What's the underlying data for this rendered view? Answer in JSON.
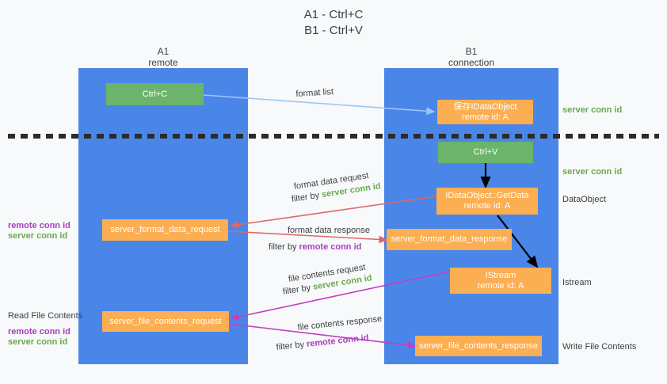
{
  "title": {
    "line1": "A1 - Ctrl+C",
    "line2": "B1 - Ctrl+V"
  },
  "columns": [
    {
      "name": "A1",
      "sub": "remote"
    },
    {
      "name": "B1",
      "sub": "connection"
    }
  ],
  "colors": {
    "lane": "#4a86e8",
    "box_green": "#6cb46c",
    "box_orange": "#fbae52",
    "arrow_lightblue": "#9fc5f8",
    "arrow_red": "#e06666",
    "arrow_purple": "#c13fc1",
    "arrow_black": "#000000",
    "text_green": "#6aa84f",
    "text_purple": "#a93ec1",
    "background": "#f8f9fa"
  },
  "boxes": {
    "ctrl_c": "Ctrl+C",
    "ctrl_v": "Ctrl+V",
    "save_idataobject": "保存IDataObject\nremote id: A",
    "getdata": "IDataObject::GetData\nremote id: A",
    "istream": "IStream\nremote id: A",
    "server_format_data_request": "server_format_data_request",
    "server_format_data_response": "server_format_data_response",
    "server_file_contents_request": "server_file_contents_request",
    "server_file_contents_response": "server_file_contents_response"
  },
  "arrow_labels": {
    "format_list": "format list",
    "format_data_request": "format data request",
    "format_data_request_filter_prefix": "filter by ",
    "format_data_request_filter_value": "server conn id",
    "format_data_response": "format data response",
    "format_data_response_filter_prefix": "filter by ",
    "format_data_response_filter_value": "remote conn id",
    "file_contents_request": "file contents request",
    "file_contents_request_filter_prefix": "filter by ",
    "file_contents_request_filter_value": "server conn id",
    "file_contents_response": "file contents response",
    "file_contents_response_filter_prefix": "filter by ",
    "file_contents_response_filter_value": "remote conn id"
  },
  "right_labels": {
    "server_conn_id_top": "server conn id",
    "server_conn_id_second": "server conn id",
    "dataobject": "DataObject",
    "istream": "Istream",
    "write_file_contents": "Write File Contents"
  },
  "left_labels": {
    "remote_conn_id_upper": "remote conn id",
    "server_conn_id_upper": "server conn id",
    "read_file_contents": "Read File Contents",
    "remote_conn_id_lower": "remote conn id",
    "server_conn_id_lower": "server conn id"
  }
}
